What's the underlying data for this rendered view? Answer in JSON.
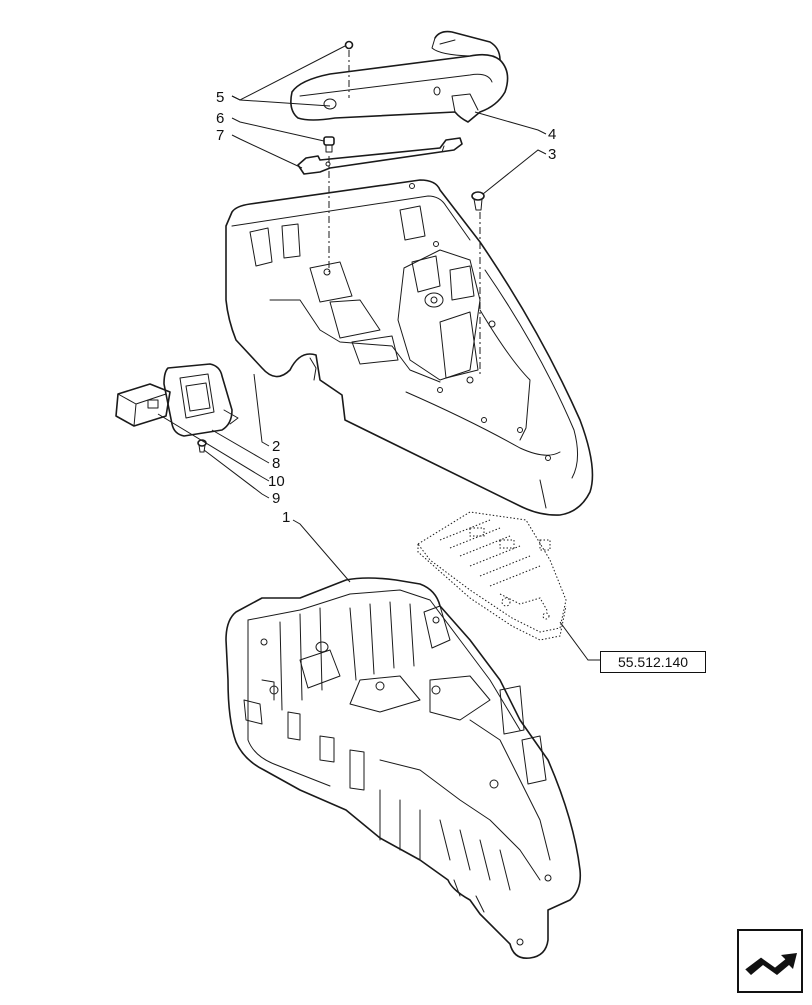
{
  "callouts": [
    {
      "id": "5",
      "label": "5"
    },
    {
      "id": "6",
      "label": "6"
    },
    {
      "id": "7",
      "label": "7"
    },
    {
      "id": "4",
      "label": "4"
    },
    {
      "id": "3",
      "label": "3"
    },
    {
      "id": "2",
      "label": "2"
    },
    {
      "id": "8",
      "label": "8"
    },
    {
      "id": "10",
      "label": "10"
    },
    {
      "id": "9",
      "label": "9"
    },
    {
      "id": "1",
      "label": "1"
    }
  ],
  "reference": {
    "label": "55.512.140"
  },
  "navigation": {
    "icon": "next-page-arrow-icon"
  }
}
